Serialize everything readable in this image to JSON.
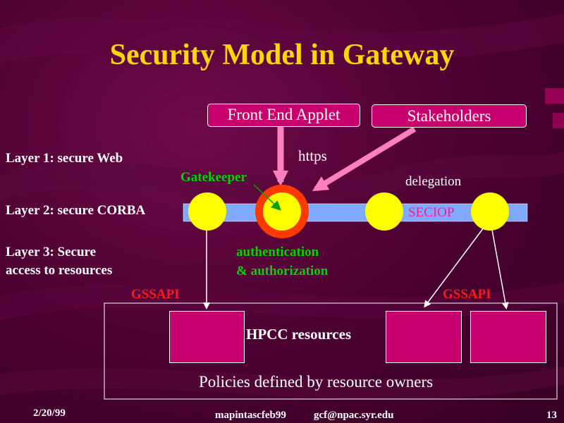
{
  "title": "Security Model in Gateway",
  "boxes": {
    "front_end": "Front End Applet",
    "stakeholders": "Stakeholders"
  },
  "labels": {
    "https": "https",
    "gatekeeper": "Gatekeeper",
    "delegation": "delegation",
    "seciop": "SECIOP",
    "layer1": "Layer 1: secure Web",
    "layer2": "Layer 2: secure CORBA",
    "layer3_line1": "Layer 3: Secure",
    "layer3_line2": "access to resources",
    "auth_line1": "authentication",
    "auth_line2": "& authorization",
    "gssapi_left": "GSSAPI",
    "gssapi_right": "GSSAPI",
    "hpcc": "HPCC resources",
    "policies": "Policies defined by resource owners"
  },
  "footer": {
    "date": "2/20/99",
    "source": "mapintascfeb99",
    "email": "gcf@npac.syr.edu",
    "page": "13"
  },
  "colors": {
    "title": "#ffd700",
    "box_fill": "#c8006e",
    "corba_bar": "#80aaff",
    "node_yellow": "#ffff00",
    "gatekeeper_ring": "#ff3a00",
    "gatekeeper_text": "#00d200",
    "gssapi_text": "#ff1a1a",
    "arrow_pink": "#ff7fbf"
  }
}
